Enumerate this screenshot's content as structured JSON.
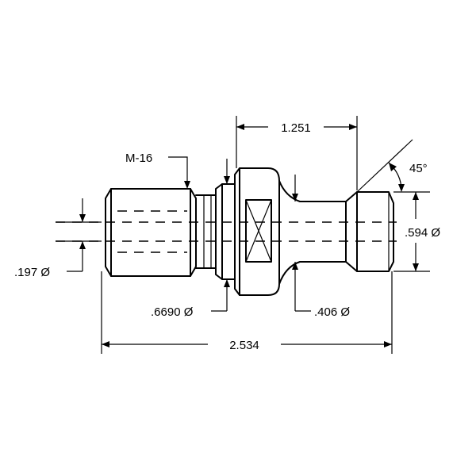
{
  "drawing": {
    "dimensions": {
      "thread_label": "M-16",
      "angle_label": "45°",
      "top_length": "1.251",
      "right_diameter": ".594 Ø",
      "left_diameter": ".197 Ø",
      "collar_diameter": ".6690 Ø",
      "neck_diameter": ".406 Ø",
      "overall_length": "2.534"
    }
  }
}
